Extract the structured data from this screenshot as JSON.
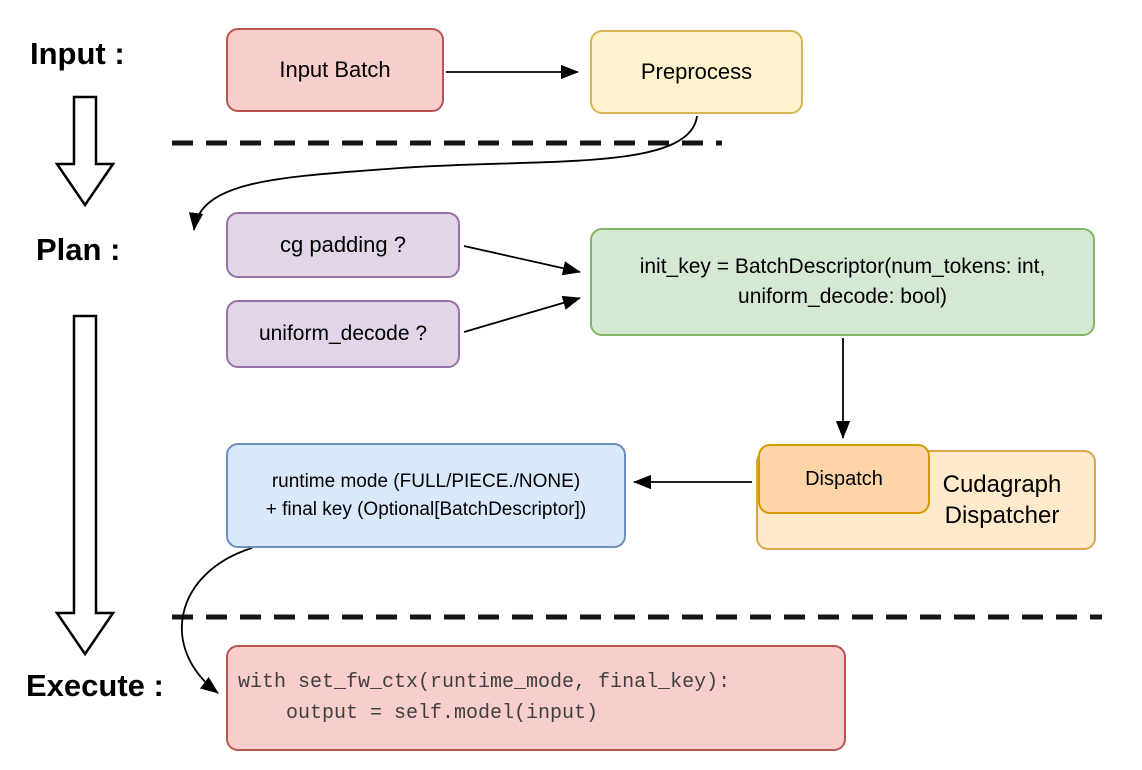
{
  "diagram": {
    "phases": {
      "input": "Input :",
      "plan": "Plan :",
      "execute": "Execute :"
    },
    "nodes": {
      "input_batch": "Input Batch",
      "preprocess": "Preprocess",
      "cg_padding": "cg padding ?",
      "uniform_decode": "uniform_decode ?",
      "init_key_line1": "init_key = BatchDescriptor(num_tokens: int,",
      "init_key_line2": "uniform_decode: bool)",
      "dispatch": "Dispatch",
      "cudagraph_dispatcher": "Cudagraph Dispatcher",
      "runtime_line1": "runtime mode (FULL/PIECE./NONE)",
      "runtime_line2": "+ final key (Optional[BatchDescriptor])",
      "code_line1": "with set_fw_ctx(runtime_mode, final_key):",
      "code_line2": "    output = self.model(input)"
    },
    "colors": {
      "red_fill": "#f8cecc",
      "red_stroke": "#b85450",
      "yellow_fill": "#fff2cc",
      "yellow_stroke": "#d6b656",
      "purple_fill": "#e1d5e7",
      "purple_stroke": "#9673a6",
      "green_fill": "#d5e8d4",
      "green_stroke": "#82b366",
      "blue_fill": "#dae8fc",
      "blue_stroke": "#6c8ebf",
      "orange_inner_fill": "#fdd5a9",
      "orange_inner_stroke": "#d79b00",
      "orange_outer_fill": "#ffeacc",
      "orange_outer_stroke": "#dba648",
      "arrow_color": "#000000"
    }
  }
}
